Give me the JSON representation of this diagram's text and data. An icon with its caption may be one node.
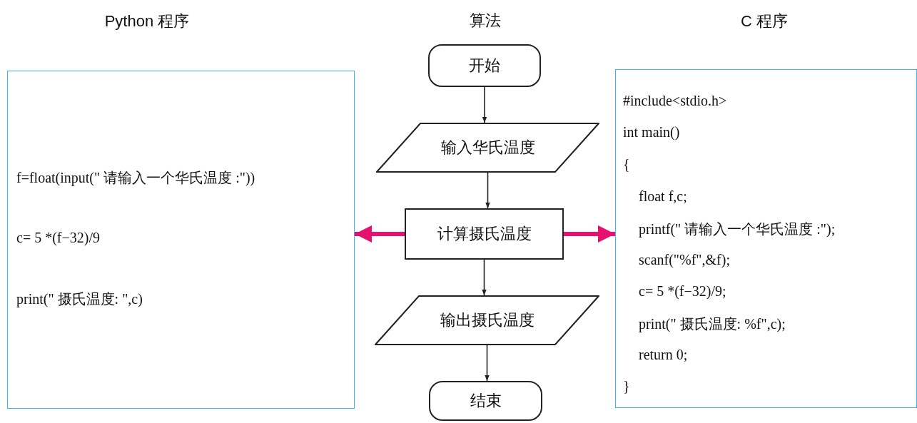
{
  "diagram": {
    "nodes": [
      {
        "text": [
          "Python 程序",
          "f=float(input(\" 请输入一个华氏温度 :\"))",
          "c= 5 *(f−32)/9",
          "print(\" 摄氏温度: \",c)"
        ]
      },
      {
        "text": [
          "开始"
        ]
      },
      {
        "text": [
          "输入华氏温度"
        ]
      },
      {
        "text": [
          "计算摄氏温度"
        ]
      },
      {
        "text": [
          "输出摄氏温度"
        ]
      },
      {
        "text": [
          "结束"
        ]
      },
      {
        "text": [
          "C 程序",
          "#include<stdio.h>",
          "int main()",
          "{",
          "float f,c;",
          "printf(\" 请输入一个华氏温度 :\");",
          "scanf(\"%f\",&f);",
          "c= 5 *(f−32)/9;",
          "print(\" 摄氏温度: %f\",c);",
          "return 0;",
          "}"
        ]
      }
    ],
    "edges": [
      {
        "from": 1,
        "to": 2,
        "arrow": "to"
      },
      {
        "from": 2,
        "to": 3,
        "arrow": "to"
      },
      {
        "from": 3,
        "to": 4,
        "arrow": "to"
      },
      {
        "from": 4,
        "to": 5,
        "arrow": "to"
      },
      {
        "from": 3,
        "to": 0,
        "arrow": "to",
        "style": "thick",
        "color": "#e5106f"
      },
      {
        "from": 3,
        "to": 6,
        "arrow": "to",
        "style": "thick",
        "color": "#e5106f"
      }
    ],
    "labels": [
      "算法"
    ]
  }
}
